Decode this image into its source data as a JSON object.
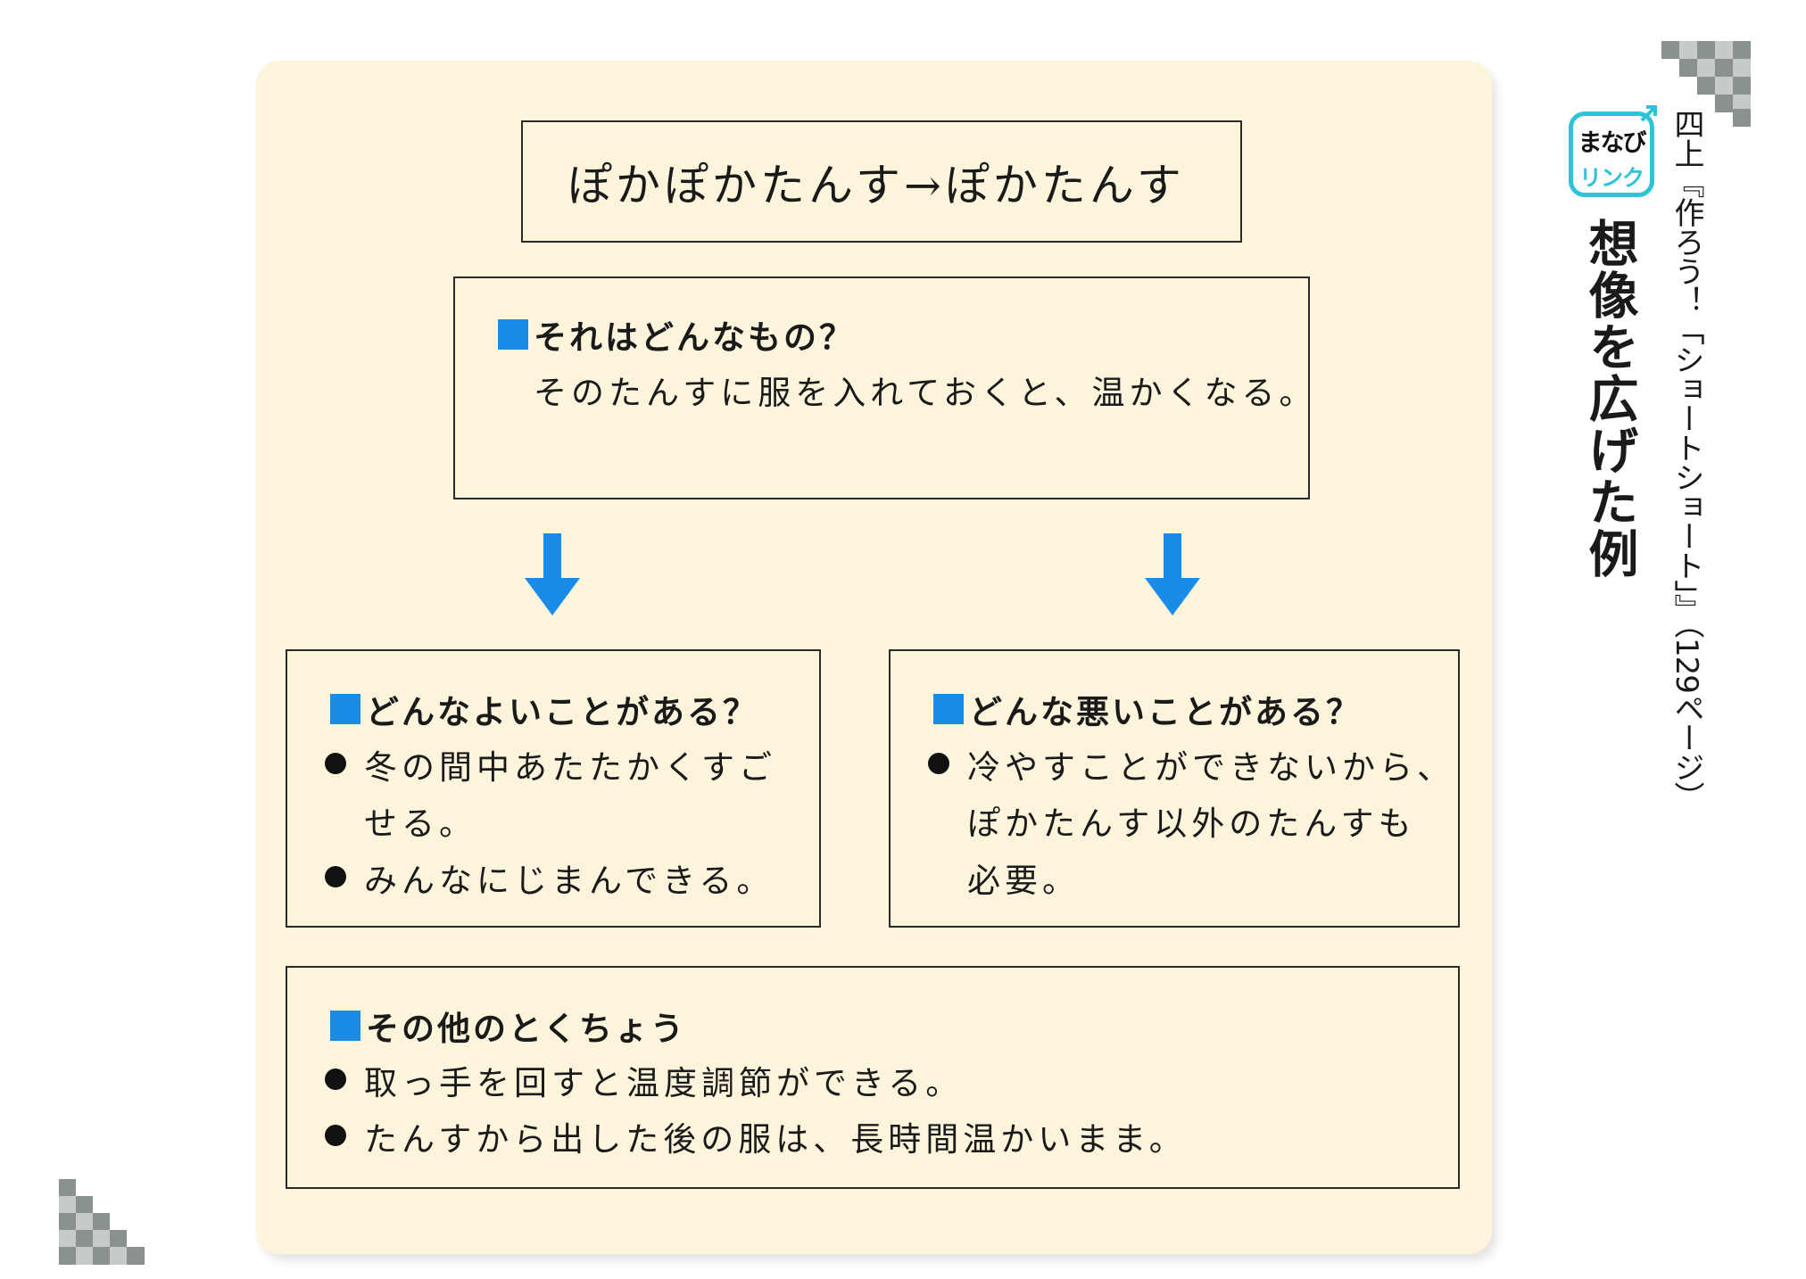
{
  "sidebar": {
    "logo_top": "まなび",
    "logo_bottom": "リンク",
    "main_title": "想像を広げた例",
    "reference": "四上『作ろう！「ショートショート」』（129ページ）",
    "accent_color": "#2ec3d8"
  },
  "diagram": {
    "accent_color": "#1a8ce8",
    "title": "ぽかぽかたんす→ぽかたんす",
    "what": {
      "heading": "それはどんなもの？",
      "text": "そのたんすに服を入れておくと、温かくなる。"
    },
    "good": {
      "heading": "どんなよいことがある？",
      "bullet1_line1": "冬の間中あたたかくすご",
      "bullet1_line2": "せる。",
      "bullet2": "みんなにじまんできる。"
    },
    "bad": {
      "heading": "どんな悪いことがある？",
      "bullet1_line1": "冷やすことができないから、",
      "bullet1_line2": "ぽかたんす以外のたんすも",
      "bullet1_line3": "必要。"
    },
    "other": {
      "heading": "その他のとくちょう",
      "bullet1": "取っ手を回すと温度調節ができる。",
      "bullet2": "たんすから出した後の服は、長時間温かいまま。"
    }
  }
}
